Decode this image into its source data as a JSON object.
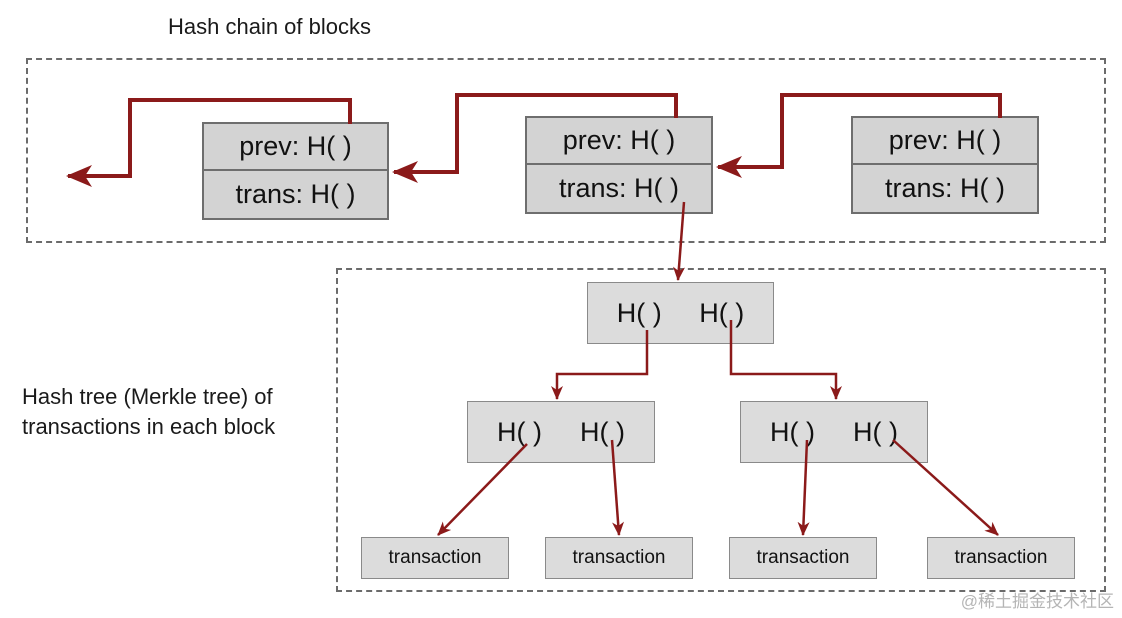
{
  "header": {
    "title": "Hash chain of blocks"
  },
  "tree_label": {
    "line1": "Hash tree (Merkle tree) of",
    "line2": "transactions in each block"
  },
  "blocks": [
    {
      "prev": "prev: H(   )",
      "trans": "trans: H(   )"
    },
    {
      "prev": "prev: H(   )",
      "trans": "trans: H(   )"
    },
    {
      "prev": "prev: H(   )",
      "trans": "trans: H(   )"
    }
  ],
  "tree": {
    "root": {
      "left": "H(   )",
      "right": "H(   )"
    },
    "level1": [
      {
        "left": "H(   )",
        "right": "H(   )"
      },
      {
        "left": "H(   )",
        "right": "H(   )"
      }
    ],
    "leaves": [
      "transaction",
      "transaction",
      "transaction",
      "transaction"
    ]
  },
  "watermark": "@稀土掘金技术社区",
  "colors": {
    "arrow": "#8b1a1a",
    "box_fill": "#d3d3d3",
    "dashed_border": "#6b6b6b"
  }
}
